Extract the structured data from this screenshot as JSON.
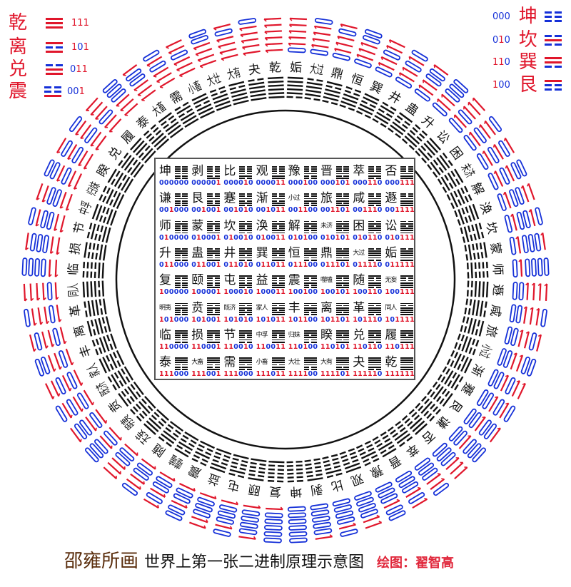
{
  "colors": {
    "one": "#e0162b",
    "zero": "#1530d8",
    "line": "#111111"
  },
  "legend_left": [
    {
      "name": "乾",
      "code": "111"
    },
    {
      "name": "离",
      "code": "101"
    },
    {
      "name": "兑",
      "code": "011"
    },
    {
      "name": "震",
      "code": "001"
    }
  ],
  "legend_right": [
    {
      "name": "坤",
      "code": "000"
    },
    {
      "name": "坎",
      "code": "010"
    },
    {
      "name": "巽",
      "code": "110"
    },
    {
      "name": "艮",
      "code": "100"
    }
  ],
  "hexagrams": [
    {
      "name": "坤",
      "code": "000000"
    },
    {
      "name": "剥",
      "code": "000001"
    },
    {
      "name": "比",
      "code": "000010"
    },
    {
      "name": "观",
      "code": "000011"
    },
    {
      "name": "豫",
      "code": "000100"
    },
    {
      "name": "晋",
      "code": "000101"
    },
    {
      "name": "萃",
      "code": "000110"
    },
    {
      "name": "否",
      "code": "000111"
    },
    {
      "name": "谦",
      "code": "001000"
    },
    {
      "name": "艮",
      "code": "001001"
    },
    {
      "name": "蹇",
      "code": "001010"
    },
    {
      "name": "渐",
      "code": "001011"
    },
    {
      "name": "小过",
      "code": "001100"
    },
    {
      "name": "旅",
      "code": "001101"
    },
    {
      "name": "咸",
      "code": "001110"
    },
    {
      "name": "遯",
      "code": "001111"
    },
    {
      "name": "师",
      "code": "010000"
    },
    {
      "name": "蒙",
      "code": "010001"
    },
    {
      "name": "坎",
      "code": "010010"
    },
    {
      "name": "涣",
      "code": "010011"
    },
    {
      "name": "解",
      "code": "010100"
    },
    {
      "name": "未济",
      "code": "010101"
    },
    {
      "name": "困",
      "code": "010110"
    },
    {
      "name": "讼",
      "code": "010111"
    },
    {
      "name": "升",
      "code": "011000"
    },
    {
      "name": "蛊",
      "code": "011001"
    },
    {
      "name": "井",
      "code": "011010"
    },
    {
      "name": "巽",
      "code": "011011"
    },
    {
      "name": "恒",
      "code": "011100"
    },
    {
      "name": "鼎",
      "code": "011101"
    },
    {
      "name": "大过",
      "code": "011110"
    },
    {
      "name": "姤",
      "code": "011111"
    },
    {
      "name": "复",
      "code": "100000"
    },
    {
      "name": "颐",
      "code": "100001"
    },
    {
      "name": "屯",
      "code": "100010"
    },
    {
      "name": "益",
      "code": "100011"
    },
    {
      "name": "震",
      "code": "100100"
    },
    {
      "name": "噬嗑",
      "code": "100101"
    },
    {
      "name": "随",
      "code": "100110"
    },
    {
      "name": "无妄",
      "code": "100111"
    },
    {
      "name": "明夷",
      "code": "101000"
    },
    {
      "name": "贲",
      "code": "101001"
    },
    {
      "name": "既济",
      "code": "101010"
    },
    {
      "name": "家人",
      "code": "101011"
    },
    {
      "name": "丰",
      "code": "101100"
    },
    {
      "name": "离",
      "code": "101101"
    },
    {
      "name": "革",
      "code": "101110"
    },
    {
      "name": "同人",
      "code": "101111"
    },
    {
      "name": "临",
      "code": "110000"
    },
    {
      "name": "损",
      "code": "110001"
    },
    {
      "name": "节",
      "code": "110010"
    },
    {
      "name": "中孚",
      "code": "110011"
    },
    {
      "name": "归妹",
      "code": "110100"
    },
    {
      "name": "睽",
      "code": "110101"
    },
    {
      "name": "兑",
      "code": "110110"
    },
    {
      "name": "履",
      "code": "110111"
    },
    {
      "name": "泰",
      "code": "111000"
    },
    {
      "name": "大畜",
      "code": "111001"
    },
    {
      "name": "需",
      "code": "111000"
    },
    {
      "name": "小畜",
      "code": "111011"
    },
    {
      "name": "大壮",
      "code": "111100"
    },
    {
      "name": "大有",
      "code": "111101"
    },
    {
      "name": "夬",
      "code": "111110"
    },
    {
      "name": "乾",
      "code": "111111"
    }
  ],
  "caption": {
    "author": "邵雍所画",
    "title": "世界上第一张二进制原理示意图",
    "credit": "绘图：翟智高"
  }
}
